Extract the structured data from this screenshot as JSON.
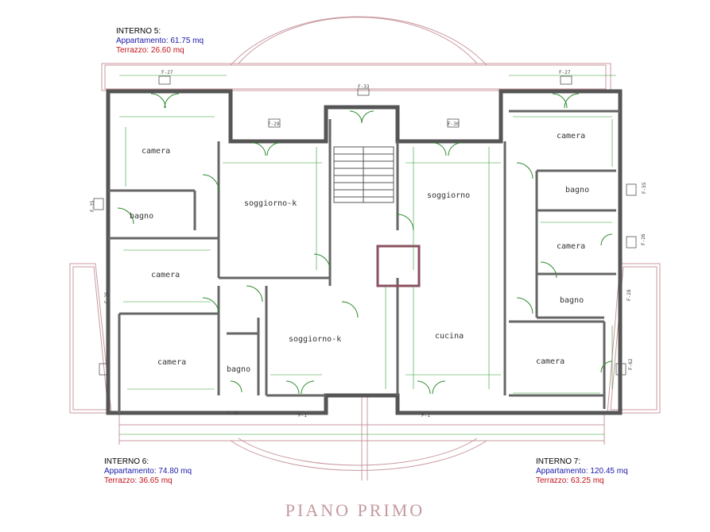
{
  "title": "PIANO PRIMO",
  "units": [
    {
      "name": "INTERNO 5:",
      "appartamento": "Appartamento: 61.75 mq",
      "terrazzo": "Terrazzo: 26.60 mq"
    },
    {
      "name": "INTERNO 6:",
      "appartamento": "Appartamento: 74.80 mq",
      "terrazzo": "Terrazzo: 36.65 mq"
    },
    {
      "name": "INTERNO 7:",
      "appartamento": "Appartamento: 120.45 mq",
      "terrazzo": "Terrazzo: 63.25 mq"
    }
  ],
  "rooms": {
    "camera_1": "camera",
    "bagno_1": "bagno",
    "soggiorno_k_1": "soggiorno-k",
    "camera_2": "camera",
    "camera_3": "camera",
    "bagno_2": "bagno",
    "soggiorno_k_2": "soggiorno-k",
    "soggiorno": "soggiorno",
    "cucina": "cucina",
    "camera_4": "camera",
    "bagno_3": "bagno",
    "camera_5": "camera",
    "bagno_4": "bagno",
    "camera_6": "camera"
  },
  "window_labels": {
    "f27_left": "F-27",
    "f27_right": "F-27",
    "f33": "F-33",
    "f29": "F-29",
    "f30": "F-30",
    "f35": "F-35",
    "f55": "F-55",
    "f26": "F-26",
    "f28": "F-28",
    "f25": "F-25",
    "f62": "F-62",
    "f40": "F-40",
    "f1_left": "F-1",
    "f1_right": "F-1"
  },
  "colors": {
    "wall": "#555555",
    "dim": "#2e9b2e",
    "door": "#2e8b2e",
    "terrace": "#c9999f",
    "stair": "#555555"
  }
}
